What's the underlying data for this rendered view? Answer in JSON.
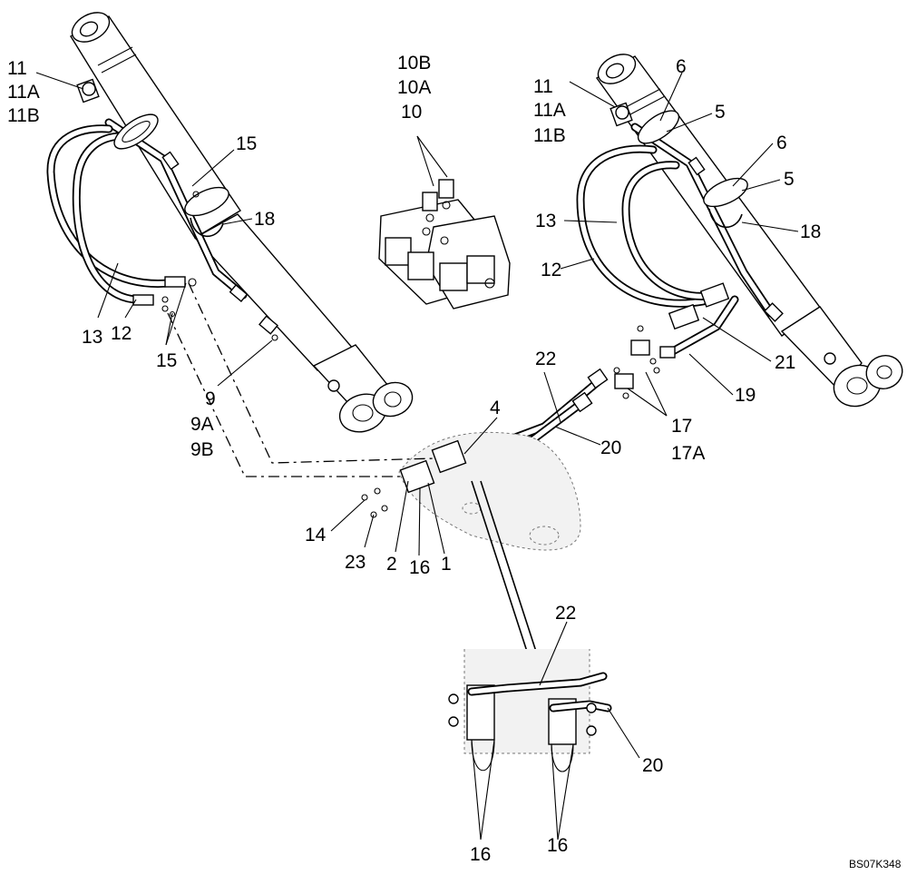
{
  "drawing": {
    "code": "BS07K348",
    "labels": {
      "l_11": "11",
      "l_11a": "11A",
      "l_11b": "11B",
      "l_15_top": "15",
      "l_18_left": "18",
      "l_13_left": "13",
      "l_12_left": "12",
      "l_15_bottom": "15",
      "l_9": "9",
      "l_9a": "9A",
      "l_9b": "9B",
      "c_10b": "10B",
      "c_10a": "10A",
      "c_10": "10",
      "r_11": "11",
      "r_11a": "11A",
      "r_11b": "11B",
      "r_6_top": "6",
      "r_5_top": "5",
      "r_6_mid": "6",
      "r_5_mid": "5",
      "r_13": "13",
      "r_18": "18",
      "r_12": "12",
      "r_21": "21",
      "r_19": "19",
      "c_22": "22",
      "c_4": "4",
      "c_20": "20",
      "c_17": "17",
      "c_17a": "17A",
      "c_14": "14",
      "c_23": "23",
      "c_2": "2",
      "c_16": "16",
      "c_1": "1",
      "d_22": "22",
      "d_20": "20",
      "d_16a": "16",
      "d_16b": "16"
    }
  }
}
